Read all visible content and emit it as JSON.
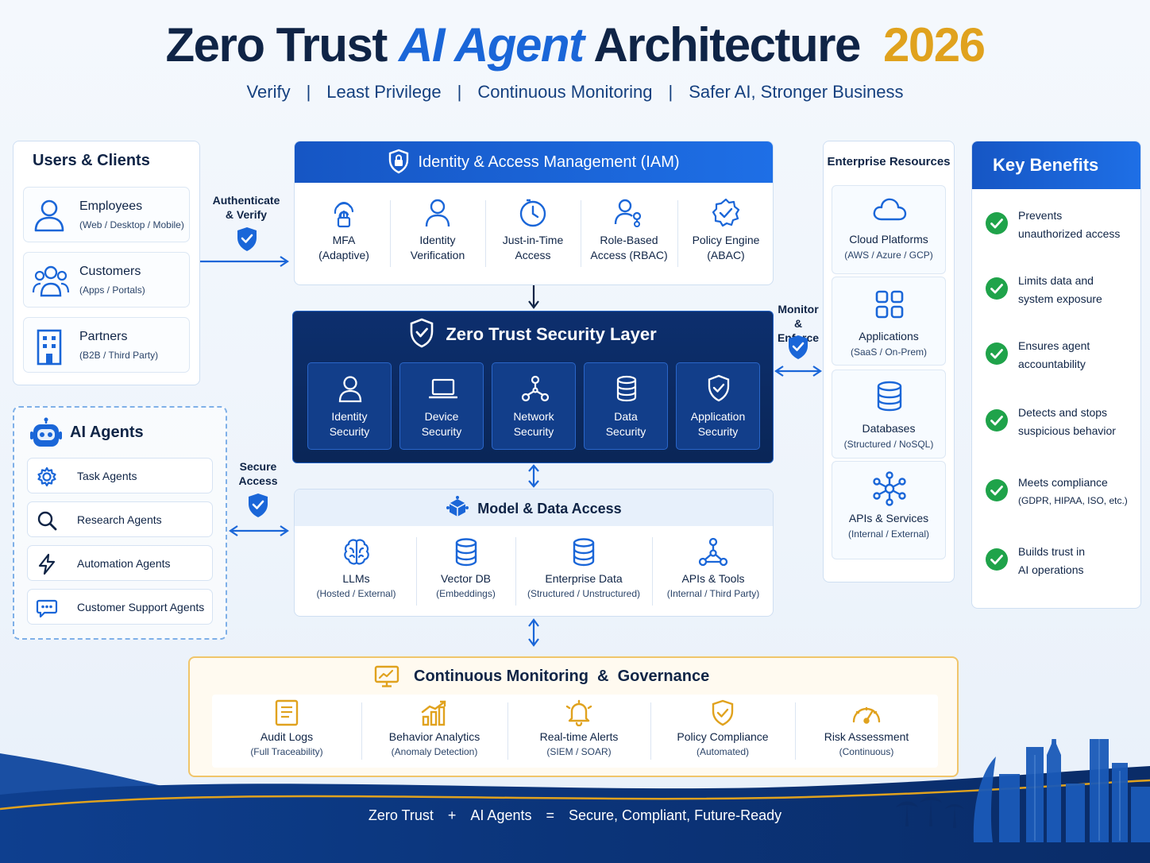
{
  "header": {
    "title_part1": "Zero Trust",
    "title_part2": "AI Agent",
    "title_part3": "Architecture",
    "title_year": "2026",
    "subtitle": [
      "Verify",
      "Least Privilege",
      "Continuous Monitoring",
      "Safer AI, Stronger Business"
    ],
    "separator": "|"
  },
  "users": {
    "title": "Users & Clients",
    "items": [
      {
        "name": "Employees",
        "sub": "(Web / Desktop / Mobile)",
        "icon": "user-icon"
      },
      {
        "name": "Customers",
        "sub": "(Apps / Portals)",
        "icon": "users-group-icon"
      },
      {
        "name": "Partners",
        "sub": "(B2B / Third Party)",
        "icon": "building-icon"
      }
    ]
  },
  "agents": {
    "title": "AI Agents",
    "items": [
      {
        "name": "Task Agents",
        "icon": "gear-icon"
      },
      {
        "name": "Research Agents",
        "icon": "search-icon"
      },
      {
        "name": "Automation Agents",
        "icon": "lightning-icon"
      },
      {
        "name": "Customer Support Agents",
        "icon": "chat-icon"
      }
    ]
  },
  "connectors": {
    "authenticate": [
      "Authenticate",
      "& Verify"
    ],
    "secure": [
      "Secure",
      "Access"
    ],
    "monitor": [
      "Monitor",
      "& Enforce"
    ]
  },
  "iam": {
    "title": "Identity & Access Management (IAM)",
    "items": [
      {
        "l1": "MFA",
        "l2": "(Adaptive)",
        "icon": "fingerprint-lock-icon"
      },
      {
        "l1": "Identity",
        "l2": "Verification",
        "icon": "user-icon"
      },
      {
        "l1": "Just-in-Time",
        "l2": "Access",
        "icon": "clock-icon"
      },
      {
        "l1": "Role-Based",
        "l2": "Access (RBAC)",
        "icon": "user-roles-icon"
      },
      {
        "l1": "Policy Engine",
        "l2": "(ABAC)",
        "icon": "badge-check-icon"
      }
    ]
  },
  "zt": {
    "title": "Zero Trust Security Layer",
    "items": [
      {
        "l1": "Identity",
        "l2": "Security",
        "icon": "user-icon"
      },
      {
        "l1": "Device",
        "l2": "Security",
        "icon": "laptop-icon"
      },
      {
        "l1": "Network",
        "l2": "Security",
        "icon": "network-icon"
      },
      {
        "l1": "Data",
        "l2": "Security",
        "icon": "database-icon"
      },
      {
        "l1": "Application",
        "l2": "Security",
        "icon": "shield-check-icon"
      }
    ]
  },
  "mda": {
    "title": "Model & Data Access",
    "items": [
      {
        "l1": "LLMs",
        "l2": "(Hosted / External)",
        "icon": "brain-icon"
      },
      {
        "l1": "Vector DB",
        "l2": "(Embeddings)",
        "icon": "database-icon"
      },
      {
        "l1": "Enterprise Data",
        "l2": "(Structured / Unstructured)",
        "icon": "database-icon"
      },
      {
        "l1": "APIs & Tools",
        "l2": "(Internal / Third Party)",
        "icon": "network-icon"
      }
    ]
  },
  "enterprise": {
    "title": "Enterprise Resources",
    "items": [
      {
        "name": "Cloud Platforms",
        "sub": "(AWS / Azure / GCP)",
        "icon": "cloud-icon"
      },
      {
        "name": "Applications",
        "sub": "(SaaS / On-Prem)",
        "icon": "apps-grid-icon"
      },
      {
        "name": "Databases",
        "sub": "(Structured / NoSQL)",
        "icon": "database-icon"
      },
      {
        "name": "APIs & Services",
        "sub": "(Internal / External)",
        "icon": "network-icon"
      }
    ]
  },
  "benefits": {
    "title": "Key Benefits",
    "items": [
      {
        "l1": "Prevents",
        "l2": "unauthorized access"
      },
      {
        "l1": "Limits data and",
        "l2": "system exposure"
      },
      {
        "l1": "Ensures agent",
        "l2": "accountability"
      },
      {
        "l1": "Detects and stops",
        "l2": "suspicious behavior"
      },
      {
        "l1": "Meets compliance",
        "l2": "(GDPR, HIPAA, ISO, etc.)"
      },
      {
        "l1": "Builds trust in",
        "l2": "AI operations"
      }
    ],
    "check_color": "#1fa34a"
  },
  "monitoring": {
    "title": "Continuous Monitoring  &  Governance",
    "items": [
      {
        "l1": "Audit Logs",
        "l2": "(Full Traceability)",
        "icon": "document-list-icon"
      },
      {
        "l1": "Behavior Analytics",
        "l2": "(Anomaly Detection)",
        "icon": "bar-chart-icon"
      },
      {
        "l1": "Real-time Alerts",
        "l2": "(SIEM / SOAR)",
        "icon": "bell-icon"
      },
      {
        "l1": "Policy Compliance",
        "l2": "(Automated)",
        "icon": "shield-check-icon"
      },
      {
        "l1": "Risk Assessment",
        "l2": "(Continuous)",
        "icon": "gauge-icon"
      }
    ],
    "accent": "#e0a21e"
  },
  "banner": {
    "a": "Zero Trust",
    "plus": "+",
    "b": "AI Agents",
    "eq": "=",
    "c": "Secure, Compliant, Future-Ready"
  },
  "colors": {
    "navy": "#0f2446",
    "blue": "#1a66d8",
    "gold": "#e0a21e",
    "green": "#1fa34a"
  }
}
